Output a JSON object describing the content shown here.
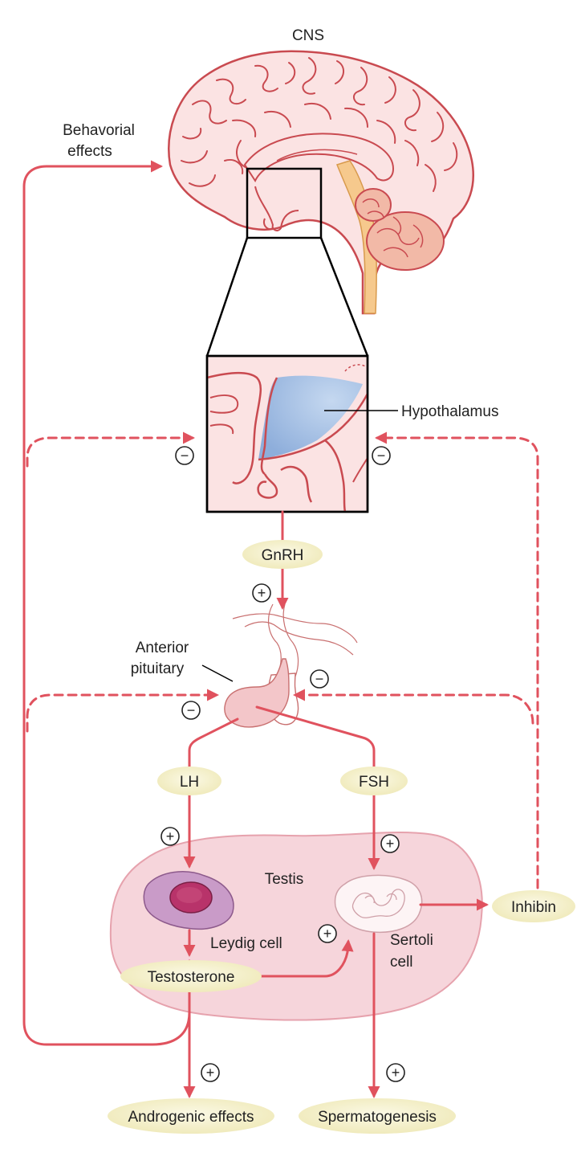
{
  "diagram": {
    "title": "CNS",
    "labels": {
      "behavioral_line1": "Behavorial",
      "behavioral_line2": "effects",
      "hypothalamus": "Hypothalamus",
      "anterior_line1": "Anterior",
      "anterior_line2": "pituitary",
      "testis": "Testis",
      "leydig": "Leydig cell",
      "sertoli_line1": "Sertoli",
      "sertoli_line2": "cell"
    },
    "hormones": {
      "gnrh": "GnRH",
      "lh": "LH",
      "fsh": "FSH",
      "inhibin": "Inhibin",
      "testosterone": "Testosterone",
      "androgenic": "Androgenic effects",
      "spermatogenesis": "Spermatogenesis"
    },
    "signs": {
      "plus": "+",
      "minus": "−"
    },
    "colors": {
      "arrow": "#e0525e",
      "brain_fill": "#fbe3e3",
      "brain_stroke": "#c94a50",
      "hypothalamus_fill": "#9dbbe3",
      "testis_fill": "#f6d5db",
      "leydig_fill": "#c99bc8",
      "leydig_nucleus": "#b8336a",
      "pill_fill": "#f5f1cc",
      "cerebellum_fill": "#f2b9a7",
      "brainstem_fill": "#f6c98d"
    }
  }
}
